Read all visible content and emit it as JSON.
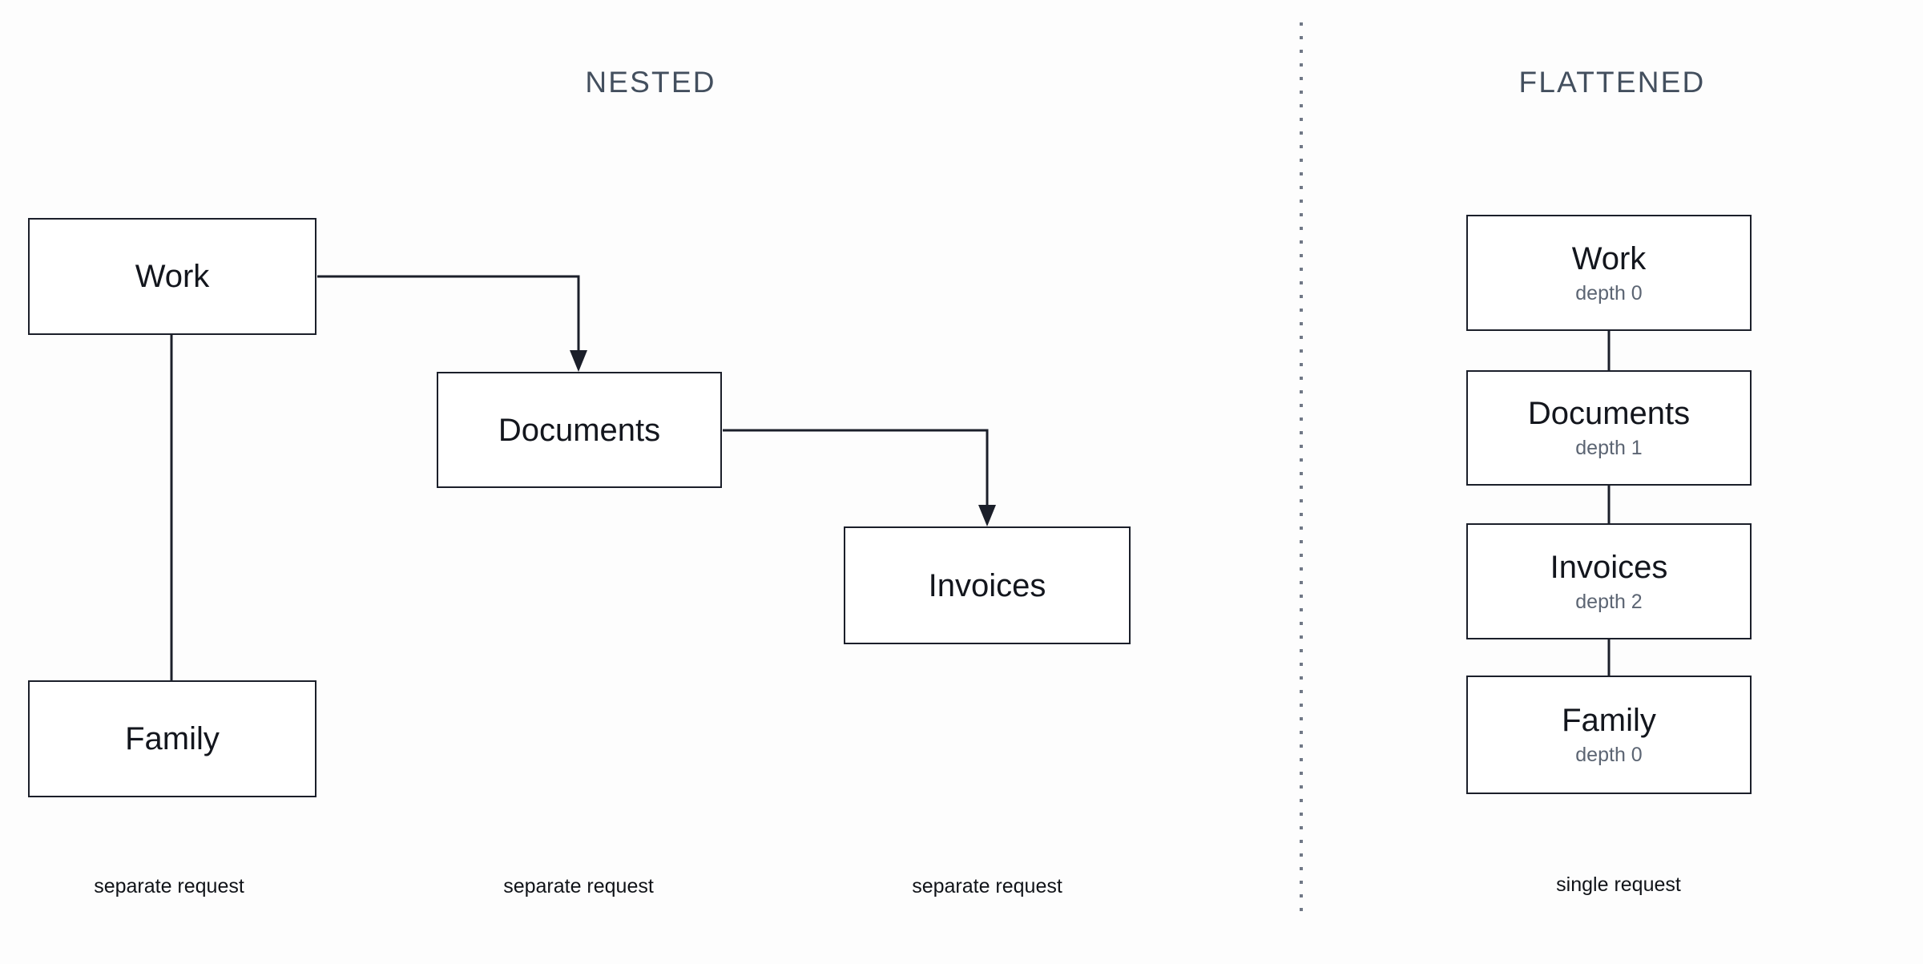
{
  "colors": {
    "background": "#fdfdfd",
    "heading": "#434f5e",
    "box_border": "#1b1f2a",
    "box_label": "#13161d",
    "depth_label": "#5c6573",
    "caption": "#101318",
    "divider": "#707886"
  },
  "headings": {
    "nested": "NESTED",
    "flattened": "FLATTENED"
  },
  "nested": {
    "nodes": [
      {
        "label": "Work"
      },
      {
        "label": "Documents"
      },
      {
        "label": "Invoices"
      },
      {
        "label": "Family"
      }
    ],
    "captions": [
      "separate request",
      "separate request",
      "separate request"
    ]
  },
  "flattened": {
    "nodes": [
      {
        "label": "Work",
        "depth": "depth 0"
      },
      {
        "label": "Documents",
        "depth": "depth 1"
      },
      {
        "label": "Invoices",
        "depth": "depth 2"
      },
      {
        "label": "Family",
        "depth": "depth 0"
      }
    ],
    "caption": "single request"
  }
}
